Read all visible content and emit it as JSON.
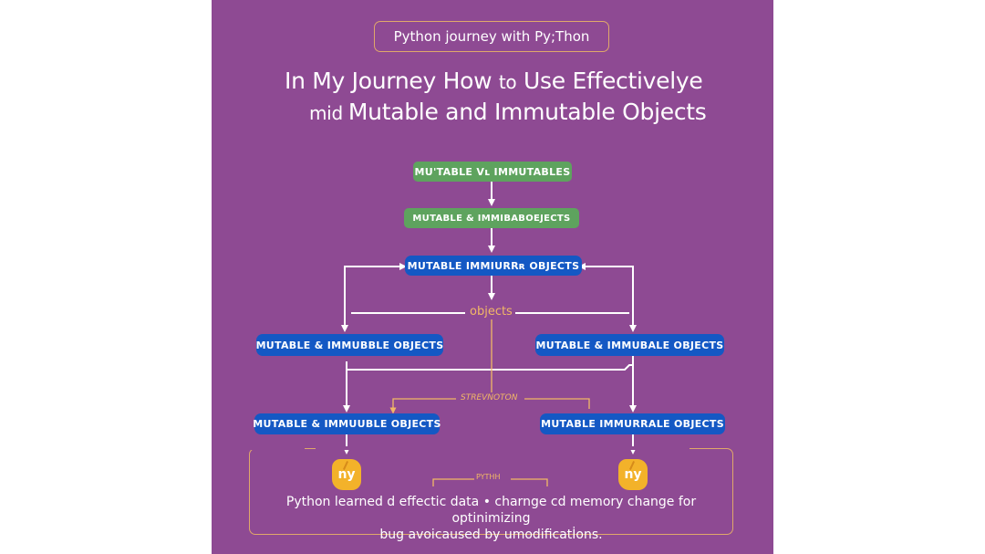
{
  "header": {
    "pill_label": "Python journey  with Py;Thon",
    "title_line1_a": "In My Journey How ",
    "title_line1_small": "to",
    "title_line1_b": " Use Effectivelye",
    "title_line2_small": "mid ",
    "title_line2_b": "Mutable and Immutable Objects"
  },
  "nodes": {
    "top": "MU'TABLE Vʟ IMMUTABLES",
    "second": "MUTABLE & IMMIBABOEJECTS",
    "center": "MUTABLE  IMMIURRʀ OBJECTS",
    "mid_left": "MUTABLE & IMMUBBLE  OBJECTS",
    "mid_right": "MUTABLE &  IMMUBALE  OBJECTS",
    "low_left": "MUTABLE & IMMUUBLE  OBJECTS",
    "low_right": "MUTABLE  IMMURRALE  OBJECTS"
  },
  "labels": {
    "objects": "objects",
    "strength": "STREVNOTON",
    "python_small": "PYTHH"
  },
  "icons": {
    "left_python": "ny",
    "right_python": "ny"
  },
  "footer": {
    "line1": "Python  learned d  effectic data  • charnge cd  memory change for  optinimizing",
    "line2": "bug  avoicaused by  umodificatİons."
  },
  "colors": {
    "background": "#8e4a93",
    "green_node": "#5ea35e",
    "blue_node": "#1458c4",
    "accent_orange": "#e0a86a",
    "python_icon": "#f3b22a"
  }
}
